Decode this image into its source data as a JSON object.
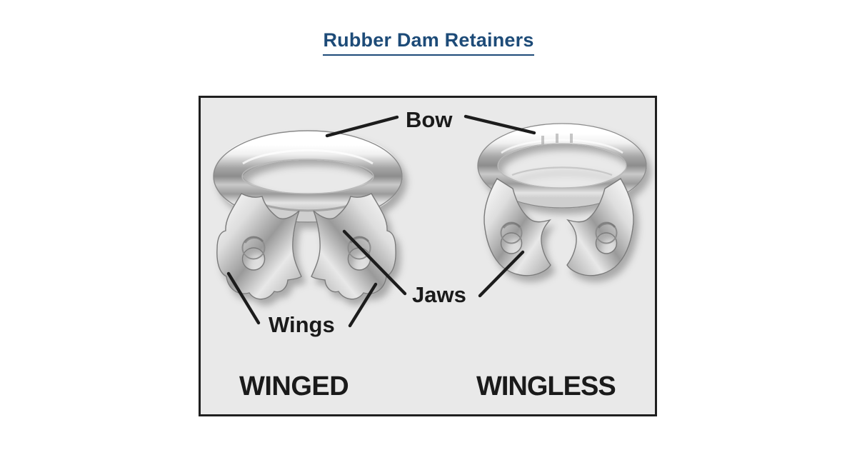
{
  "header": {
    "title": "Rubber Dam Retainers"
  },
  "diagram": {
    "part_labels": {
      "bow": "Bow",
      "jaws": "Jaws",
      "wings": "Wings"
    },
    "type_captions": {
      "winged": "WINGED",
      "wingless": "WINGLESS"
    },
    "illustrations": {
      "left": "winged-dental-clamp",
      "right": "wingless-dental-clamp"
    }
  },
  "colors": {
    "title_text": "#1d4b78",
    "label_text": "#1a1a1a",
    "box_background": "#e9e9e9",
    "box_border": "#1f1f1f",
    "leader_line": "#1c1c1c",
    "metal_light": "#f7f7f7",
    "metal_dark": "#8f8f8f"
  }
}
